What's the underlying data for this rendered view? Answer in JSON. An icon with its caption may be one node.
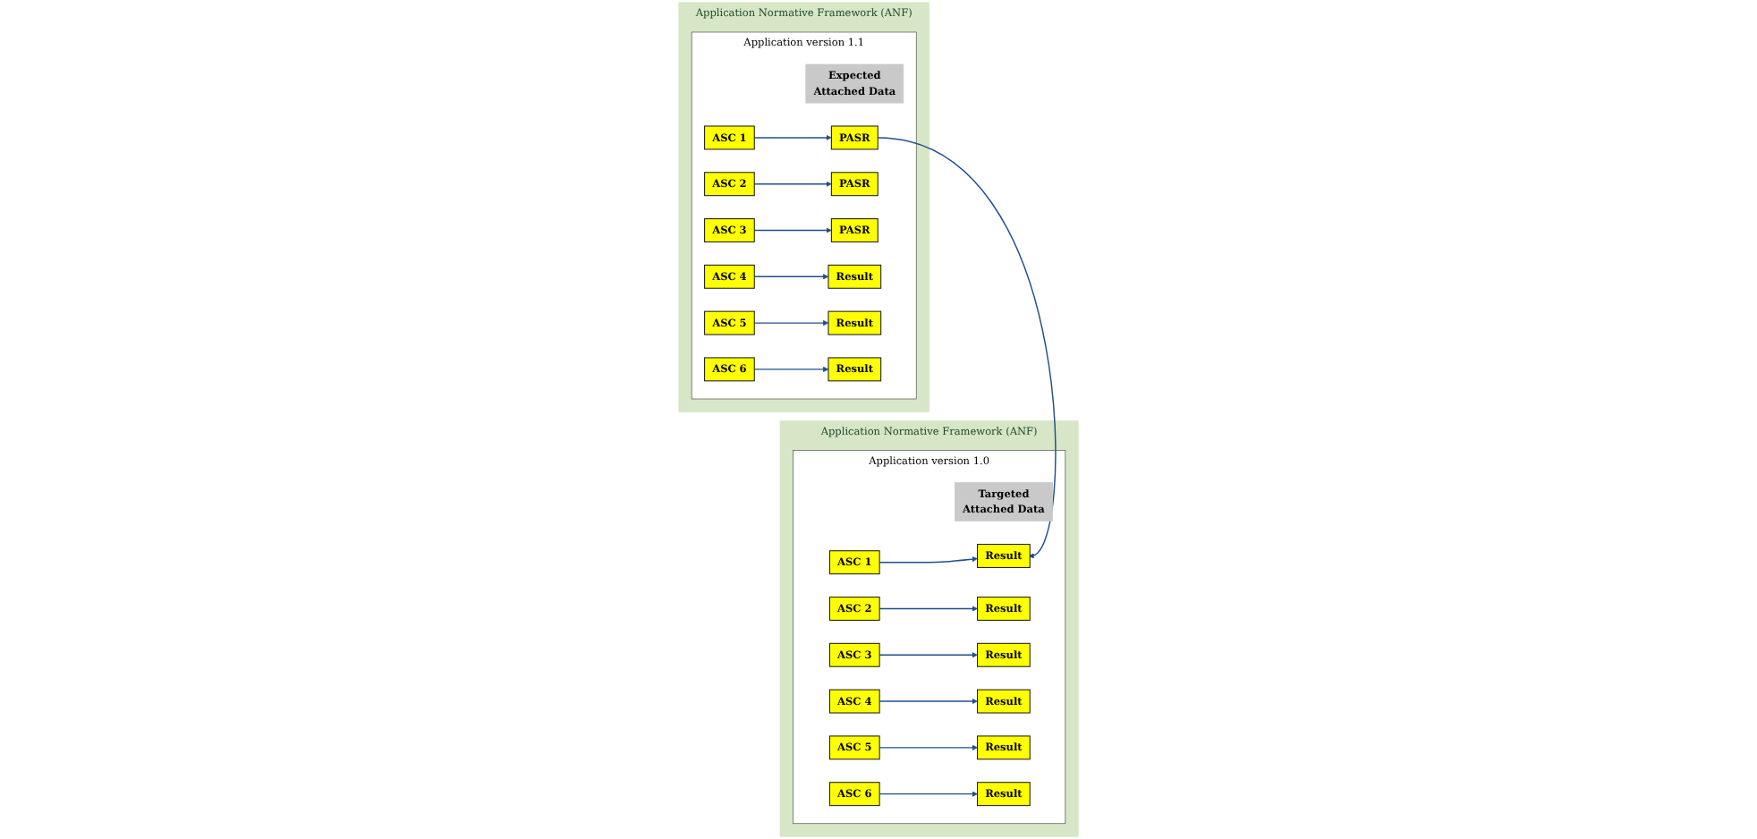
{
  "diagram": {
    "nodes": [
      {
        "text": [
          "Application Normative Framework (ANF)"
        ]
      },
      {
        "text": [
          "Application version 1.0"
        ],
        "in": 0
      },
      {
        "text": [
          "Targeted",
          "Attached Data"
        ],
        "in": 1
      },
      {
        "text": [
          "ASC 1"
        ],
        "in": 1
      },
      {
        "text": [
          "ASC 2"
        ],
        "in": 1
      },
      {
        "text": [
          "ASC 3"
        ],
        "in": 1
      },
      {
        "text": [
          "ASC 4"
        ],
        "in": 1
      },
      {
        "text": [
          "ASC 5"
        ],
        "in": 1
      },
      {
        "text": [
          "ASC 6"
        ],
        "in": 1
      },
      {
        "text": [
          "Result"
        ],
        "in": 1
      },
      {
        "text": [
          "Result"
        ],
        "in": 1
      },
      {
        "text": [
          "Result"
        ],
        "in": 1
      },
      {
        "text": [
          "Result"
        ],
        "in": 1
      },
      {
        "text": [
          "Result"
        ],
        "in": 1
      },
      {
        "text": [
          "Result"
        ],
        "in": 1
      },
      {
        "text": [
          "Application Normative Framework (ANF)"
        ]
      },
      {
        "text": [
          "Application version 1.1"
        ],
        "in": 15
      },
      {
        "text": [
          "Expected",
          "Attached Data"
        ],
        "in": 16
      },
      {
        "text": [
          "ASC 1"
        ],
        "in": 16
      },
      {
        "text": [
          "ASC 2"
        ],
        "in": 16
      },
      {
        "text": [
          "ASC 3"
        ],
        "in": 16
      },
      {
        "text": [
          "ASC 4"
        ],
        "in": 16
      },
      {
        "text": [
          "ASC 5"
        ],
        "in": 16
      },
      {
        "text": [
          "ASC 6"
        ],
        "in": 16
      },
      {
        "text": [
          "PASR"
        ],
        "in": 16
      },
      {
        "text": [
          "PASR"
        ],
        "in": 16
      },
      {
        "text": [
          "PASR"
        ],
        "in": 16
      },
      {
        "text": [
          "Result"
        ],
        "in": 16
      },
      {
        "text": [
          "Result"
        ],
        "in": 16
      },
      {
        "text": [
          "Result"
        ],
        "in": 16
      }
    ],
    "edges": [
      {
        "from": 3,
        "to": 9,
        "arrow": "to"
      },
      {
        "from": 4,
        "to": 10,
        "arrow": "to"
      },
      {
        "from": 5,
        "to": 11,
        "arrow": "to"
      },
      {
        "from": 6,
        "to": 12,
        "arrow": "to"
      },
      {
        "from": 7,
        "to": 13,
        "arrow": "to"
      },
      {
        "from": 8,
        "to": 14,
        "arrow": "to"
      },
      {
        "from": 18,
        "to": 24,
        "arrow": "to"
      },
      {
        "from": 19,
        "to": 25,
        "arrow": "to"
      },
      {
        "from": 20,
        "to": 26,
        "arrow": "to"
      },
      {
        "from": 21,
        "to": 27,
        "arrow": "to"
      },
      {
        "from": 22,
        "to": 28,
        "arrow": "to"
      },
      {
        "from": 23,
        "to": 29,
        "arrow": "to"
      },
      {
        "from": 24,
        "to": 9,
        "arrow": "to"
      }
    ]
  }
}
